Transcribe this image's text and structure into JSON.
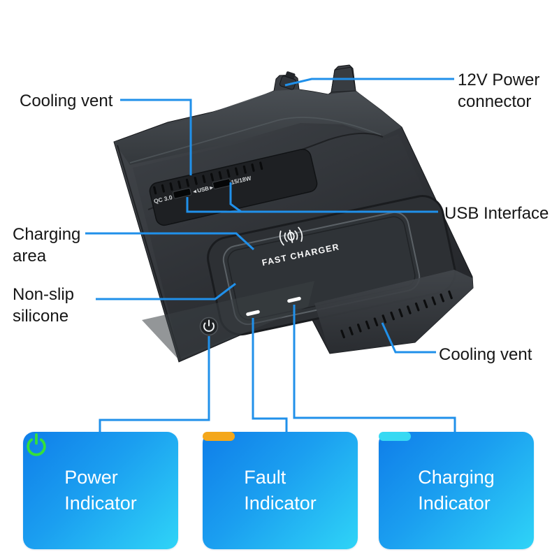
{
  "callouts": {
    "cooling_vent_top": "Cooling vent",
    "power_connector_line1": "12V Power",
    "power_connector_line2": "connector",
    "usb_interface": "USB Interface",
    "charging_area_line1": "Charging",
    "charging_area_line2": "area",
    "non_slip_line1": "Non-slip",
    "non_slip_line2": "silicone",
    "cooling_vent_bottom": "Cooling vent"
  },
  "device": {
    "port1_label": "QC 3.0",
    "usb_label": "◄USB►",
    "port2_label": "15/18W",
    "pad_label": "FAST CHARGER"
  },
  "indicators": [
    {
      "label_line1": "Power",
      "label_line2": "Indicator",
      "icon": "power-symbol-icon",
      "icon_color": "#35e03a"
    },
    {
      "label_line1": "Fault",
      "label_line2": "Indicator",
      "icon": "dash-icon",
      "icon_color": "#f4a71b"
    },
    {
      "label_line1": "Charging",
      "label_line2": "Indicator",
      "icon": "dash-icon",
      "icon_color": "#37d9f3"
    }
  ],
  "colors": {
    "callout_line": "#2090ea",
    "box_gradient_start": "#0f7ee9",
    "box_gradient_end": "#2fd4f7",
    "label_text": "#161616",
    "box_text": "#ffffff"
  }
}
